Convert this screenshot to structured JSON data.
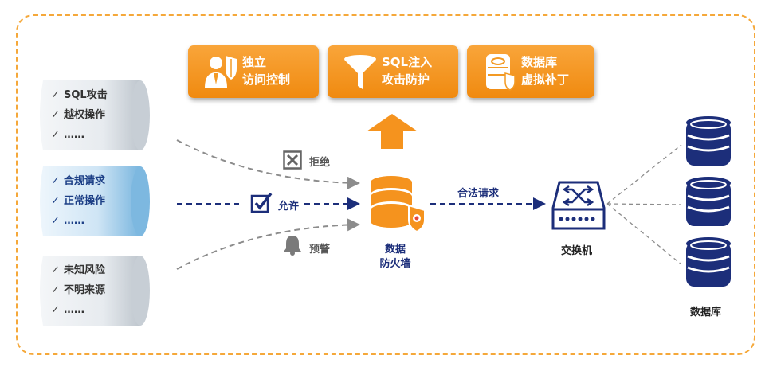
{
  "features": [
    {
      "line1": "独立",
      "line2": "访问控制",
      "icon": "user-shield-icon"
    },
    {
      "line1": "SQL注入",
      "line2": "攻击防护",
      "icon": "funnel-icon"
    },
    {
      "line1": "数据库",
      "line2": "虚拟补丁",
      "icon": "database-patch-icon"
    }
  ],
  "sources": {
    "top": [
      "SQL攻击",
      "越权操作",
      "……"
    ],
    "middle": [
      "合规请求",
      "正常操作",
      "……"
    ],
    "bottom": [
      "未知风险",
      "不明来源",
      "……"
    ]
  },
  "actions": {
    "reject": "拒绝",
    "allow": "允许",
    "warn": "预警"
  },
  "firewall": {
    "line1": "数据",
    "line2": "防火墙"
  },
  "legal_request": "合法请求",
  "switch_label": "交换机",
  "database_label": "数据库",
  "colors": {
    "orange": "#f5931e",
    "navy": "#1c2e7a",
    "grey": "#8c8c8c"
  }
}
